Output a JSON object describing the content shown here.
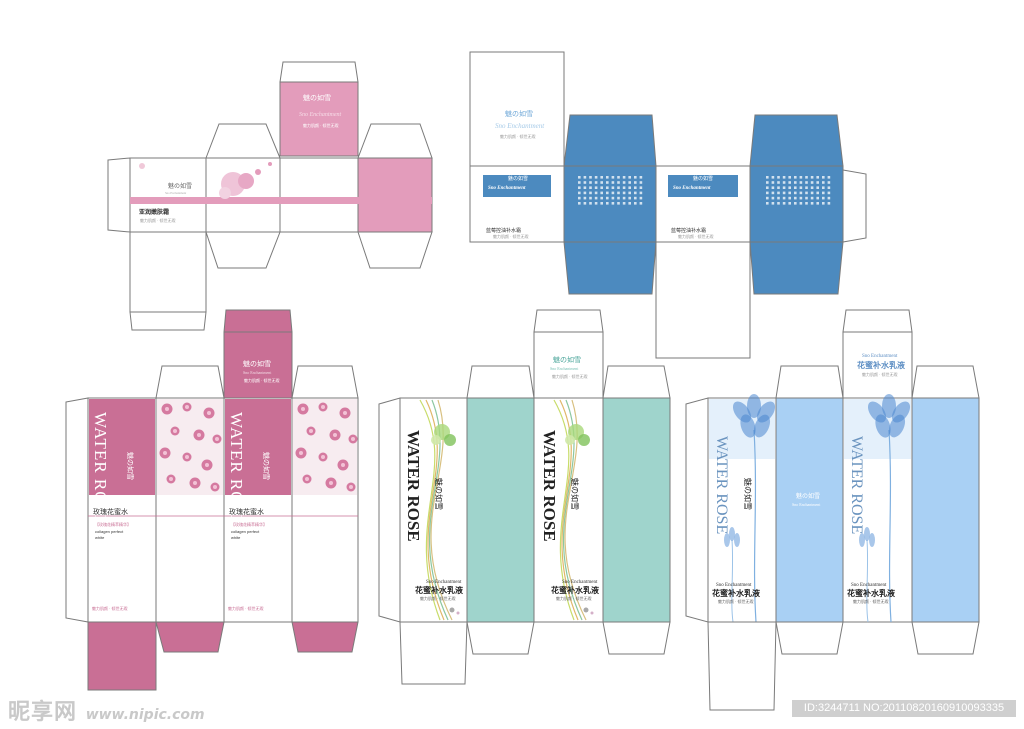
{
  "brand": {
    "cn": "魅の如雪",
    "en": "Sno Enchantment",
    "tagline": "魅力肌颜 · 倾世无瑕"
  },
  "boxes": {
    "pink_top": {
      "product": "亚润嫩肤霜",
      "card_en": "Sno Enchantment"
    },
    "blue_top": {
      "product": "蓝莓控油补水霜",
      "card_en": "Sno Enchantment"
    },
    "rose": {
      "title": "WATER ROSE",
      "product": "玫瑰花蜜水",
      "tag": "【玫瑰花精萃精华】",
      "line1": "collagen perfect",
      "line2": "white"
    },
    "green": {
      "title": "WATER ROSE",
      "product": "花蜜补水乳液"
    },
    "lily": {
      "title": "WATER ROSE",
      "product": "花蜜补水乳液"
    }
  },
  "watermark": {
    "text": "昵享网",
    "url": "www.nipic.com"
  },
  "id_line": "ID:3244711 NO:20110820160910093335",
  "colors": {
    "pink": "#e39cbb",
    "blue": "#4c8abf",
    "rose": "#c96f95",
    "mint": "#9fd4cc",
    "sky": "#a9d0f4"
  }
}
